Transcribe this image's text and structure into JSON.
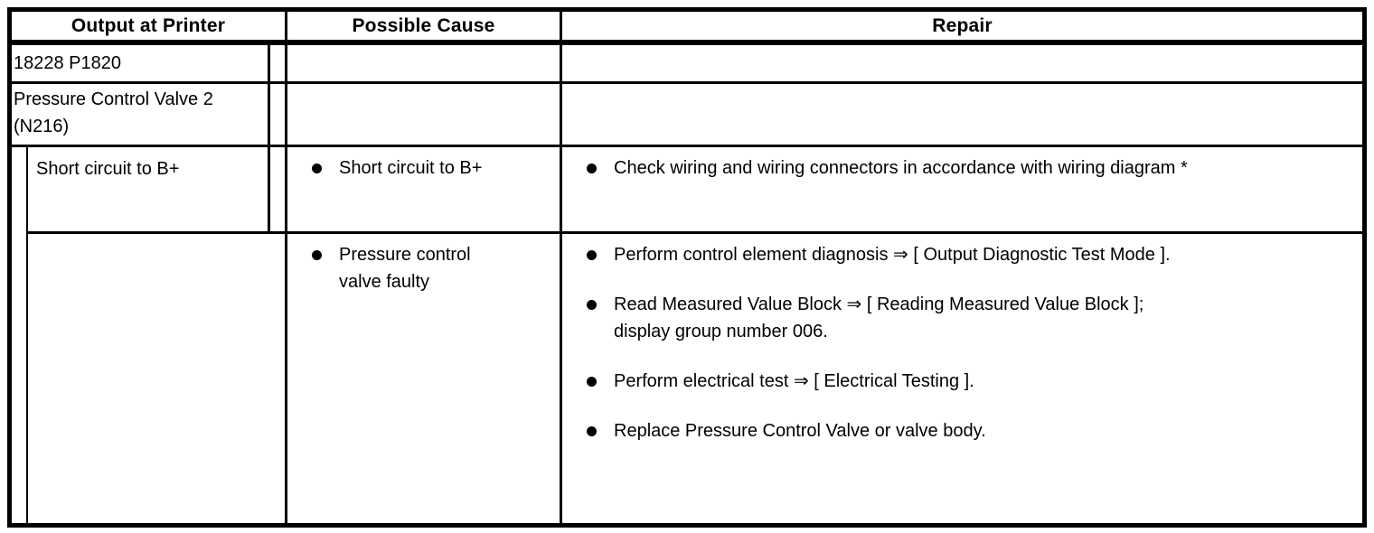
{
  "header": {
    "output_at_printer": "Output at Printer",
    "possible_cause": "Possible Cause",
    "repair": "Repair"
  },
  "dtc": {
    "code": "18228 P1820",
    "component": "Pressure Control Valve 2 (N216)",
    "fault_text": "Short circuit to B+"
  },
  "causes": [
    {
      "cause": "Short circuit to B+",
      "repairs": [
        "Check wiring and wiring connectors in accordance with wiring diagram *"
      ]
    },
    {
      "cause": "Pressure control\nvalve faulty",
      "repairs": [
        "Perform control element diagnosis ⇒ [ Output Diagnostic Test Mode ].",
        "Read Measured Value Block ⇒ [ Reading Measured Value Block ];\ndisplay group number 006.",
        "Perform electrical test ⇒ [ Electrical Testing ].",
        "Replace Pressure Control Valve or valve body."
      ]
    }
  ]
}
